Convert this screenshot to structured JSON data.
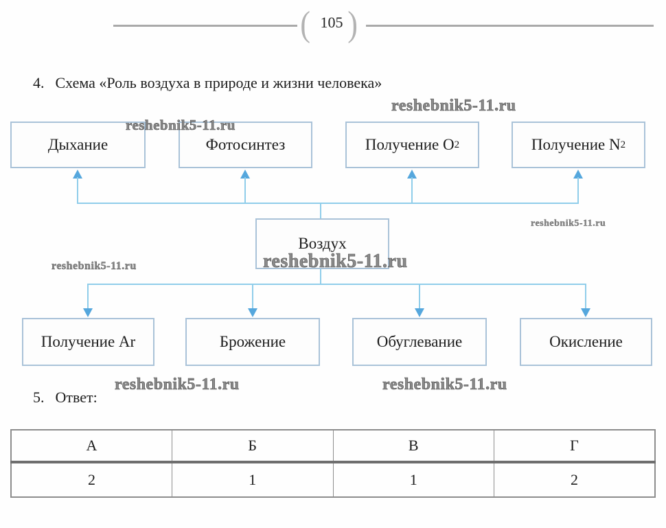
{
  "watermark": {
    "text": "reshebnik5-11.ru"
  },
  "page_header": {
    "number": "105",
    "bracket_open": "(",
    "bracket_close": ")"
  },
  "item4": {
    "number": "4.",
    "title": "Схема «Роль воздуха в природе и жизни человека»"
  },
  "item5": {
    "number": "5.",
    "label": "Ответ:"
  },
  "diagram": {
    "center": {
      "label": "Воздух"
    },
    "top_row": [
      {
        "label": "Дыхание",
        "sub": ""
      },
      {
        "label": "Фотосинтез",
        "sub": ""
      },
      {
        "label": "Получение O",
        "sub": "2"
      },
      {
        "label": "Получение N",
        "sub": "2"
      }
    ],
    "bottom_row": [
      {
        "label": "Получение Ar",
        "sub": ""
      },
      {
        "label": "Брожение",
        "sub": ""
      },
      {
        "label": "Обуглевание",
        "sub": ""
      },
      {
        "label": "Окисление",
        "sub": ""
      }
    ]
  },
  "answer_table": {
    "headers": [
      "А",
      "Б",
      "В",
      "Г"
    ],
    "values": [
      "2",
      "1",
      "1",
      "2"
    ]
  },
  "colors": {
    "connector_line": "#8fcdea",
    "arrowhead": "#55a7dd",
    "box_border": "#a9c2d8",
    "rule_gray": "#a9a9a9",
    "table_border": "#8c8c8c"
  }
}
